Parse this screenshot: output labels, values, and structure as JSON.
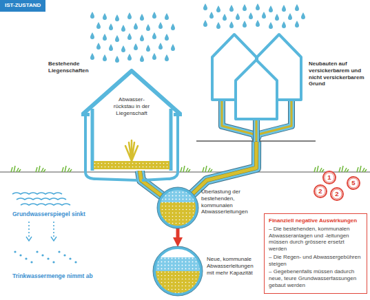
{
  "diagram": {
    "title": "IST-ZUSTAND",
    "nodes": [
      {
        "text": [
          "Bestehende Liegenschaften",
          "Abwasser- rückstau in der Liegenschaft"
        ]
      },
      {
        "text": [
          "Neubauten auf versickerbarem und nicht versickerbarem Grund"
        ]
      },
      {
        "text": [
          "Überlastung der bestehenden, kommunalen Abwasserleitungen"
        ]
      },
      {
        "text": [
          "Neue, kommunale Abwasserleitungen mit mehr Kapazität"
        ]
      },
      {
        "text": [
          "1"
        ]
      },
      {
        "text": [
          "2"
        ]
      },
      {
        "text": [
          "2"
        ]
      },
      {
        "text": [
          "5"
        ]
      },
      {
        "text": [
          "Finanziell negative Auswirkungen",
          "– Die bestehenden, kommunalen Abwasseranlagen und -leitungen müssen durch grössere ersetzt werden",
          "– Die Regen- und Abwassergebühren steigen",
          "– Gegebenenfalls müssen dadurch neue, teure Grundwasserfassungen gebaut werden"
        ]
      }
    ],
    "edges": [
      {
        "from": 0,
        "to": 2,
        "arrow": "none"
      },
      {
        "from": 1,
        "to": 2,
        "arrow": "none"
      },
      {
        "from": 2,
        "to": 3,
        "arrow": "to"
      }
    ],
    "labels": [
      "Grundwasserspiegel sinkt",
      "Trinkwassermenge nimmt ab"
    ]
  }
}
